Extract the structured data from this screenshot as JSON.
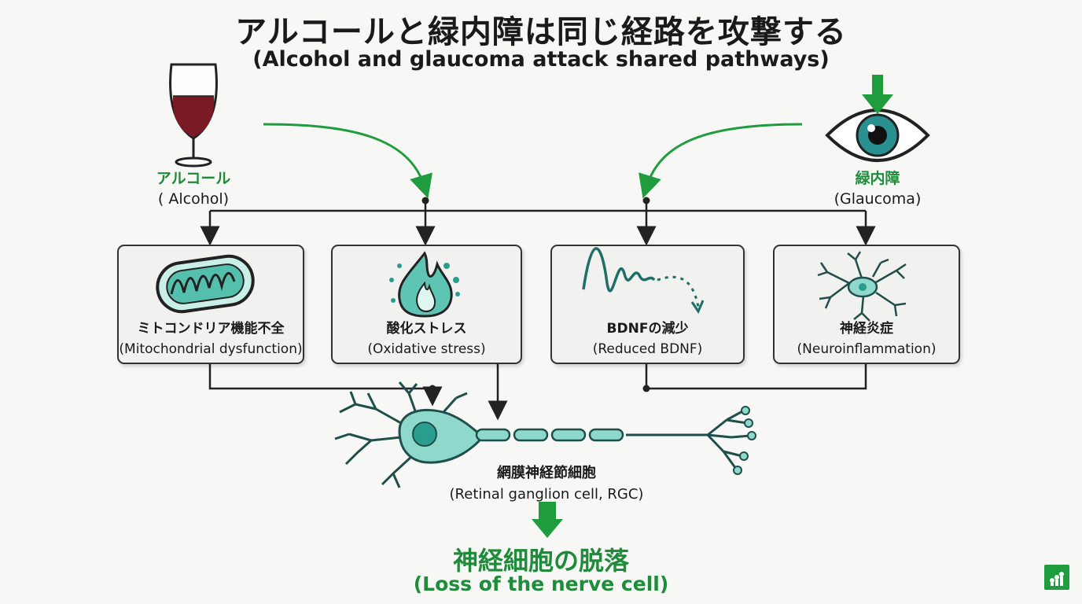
{
  "title": {
    "main": "アルコールと緑内障は同じ経路を攻撃する",
    "sub": "(Alcohol and glaucoma attack shared pathways)"
  },
  "sources": {
    "alcohol": {
      "jp": "アルコール",
      "en": "( Alcohol)"
    },
    "glaucoma": {
      "jp": "緑内障",
      "en": "(Glaucoma)"
    }
  },
  "mechanisms": [
    {
      "jp": "ミトコンドリア機能不全",
      "en": "(Mitochondrial dysfunction)"
    },
    {
      "jp": "酸化ストレス",
      "en": "(Oxidative stress)"
    },
    {
      "jp": "BDNFの減少",
      "en": "(Reduced BDNF)"
    },
    {
      "jp": "神経炎症",
      "en": "(Neuroinflammation)"
    }
  ],
  "target": {
    "jp": "網膜神経節細胞",
    "en": "(Retinal ganglion cell, RGC)"
  },
  "result": {
    "jp": "神経細胞の脱落",
    "en": "(Loss of the nerve cell)"
  },
  "colors": {
    "accent_green": "#1e8c3a",
    "arrow_green": "#1f9c3e",
    "teal": "#2a9d8f",
    "teal_light": "#8fd8cc",
    "wine": "#7a1a24"
  }
}
